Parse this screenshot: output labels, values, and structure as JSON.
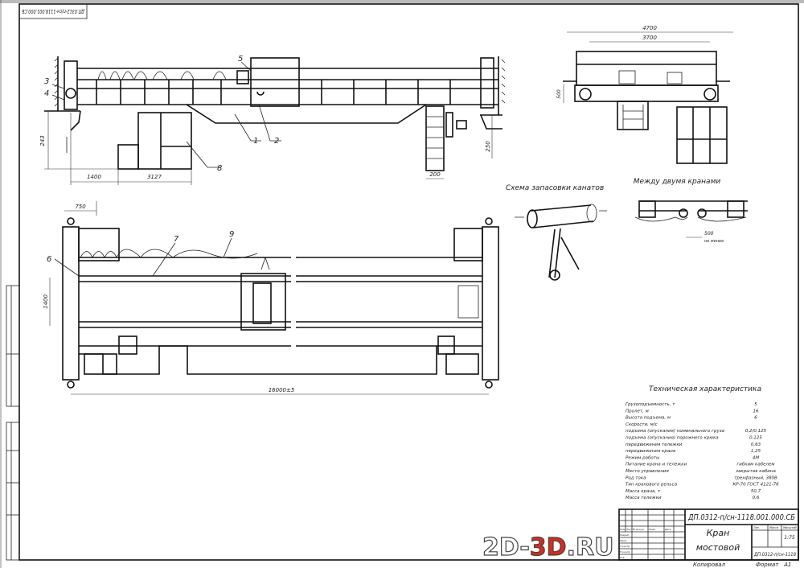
{
  "stamp": "ДП.0312-п/сн-1118.001.000.СБ",
  "elevation": {
    "callouts": [
      "1",
      "2",
      "3",
      "4",
      "5",
      "8"
    ],
    "dims": {
      "height": "243",
      "d1400": "1400",
      "d3127": "3127",
      "d200": "200",
      "d250": "250"
    }
  },
  "plan": {
    "callouts": [
      "6",
      "7",
      "9"
    ],
    "dims": {
      "d750": "750",
      "d1400": "1400",
      "span": "16000±5"
    }
  },
  "trolley": {
    "dims": {
      "d4700": "4700",
      "d3700": "3700",
      "d500": "500"
    }
  },
  "rope_scheme": {
    "title": "Схема запасовки канатов"
  },
  "between_cranes": {
    "title": "Между двумя кранами",
    "dim": "500",
    "note": "не менее"
  },
  "specs": {
    "title": "Техническая характеристика",
    "rows": [
      {
        "label": "Грузоподъемность, т",
        "value": "5"
      },
      {
        "label": "Пролет, м",
        "value": "16"
      },
      {
        "label": "Высота подъема, м",
        "value": "6"
      },
      {
        "label": "Скорости, м/с",
        "value": ""
      },
      {
        "label": "подъема (опускания) номинального груза",
        "value": "0,2/0,125"
      },
      {
        "label": "подъема (опускания) порожнего крюка",
        "value": "0,125"
      },
      {
        "label": "передвижения тележки",
        "value": "0,63"
      },
      {
        "label": "передвижения крана",
        "value": "1,25"
      },
      {
        "label": "Режим работы",
        "value": "4М"
      },
      {
        "label": "Питание крана и тележки",
        "value": "гибким кабелем"
      },
      {
        "label": "Место управления",
        "value": "закрытая кабина"
      },
      {
        "label": "Род тока",
        "value": "трехфазный, 380В"
      },
      {
        "label": "Тип кранового рельса",
        "value": "КР-70 ГОСТ 4121-76"
      },
      {
        "label": "Масса крана, т",
        "value": "50,7"
      },
      {
        "label": "Масса тележки",
        "value": "0,6"
      }
    ]
  },
  "title_block": {
    "code": "ДП.0312-п/сн-1118.001.000.СБ",
    "name_line1": "Кран",
    "name_line2": "мостовой",
    "scale": "1:75",
    "group": "ДП.0312-п/сн-1118",
    "copied": "Копировал",
    "format": "Формат   А1",
    "headers": [
      "Лит.",
      "Масса",
      "Масштаб"
    ],
    "roles": [
      "Изм.",
      "Лист",
      "№ докум.",
      "Подп.",
      "Дата",
      "Разраб.",
      "Пров.",
      "Т.контр.",
      "Н.контр.",
      "Утв."
    ]
  },
  "watermark": "2D-3D.RU"
}
